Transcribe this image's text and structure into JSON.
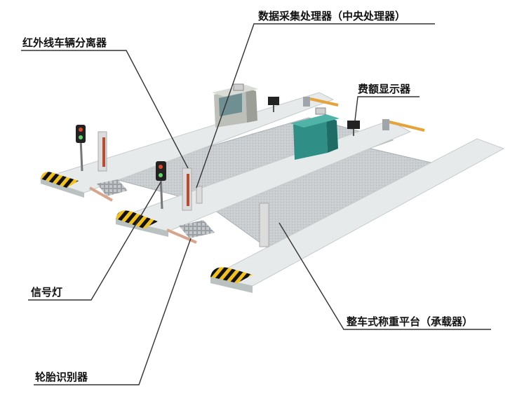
{
  "labels": {
    "data_processor": "数据采集处理器（中央处理器）",
    "ir_separator": "红外线车辆分离器",
    "fee_display": "费额显示器",
    "signal_light": "信号灯",
    "weighing_platform": "整车式称重平台（承载器）",
    "tire_recognizer": "轮胎识别器"
  },
  "colors": {
    "platform": "#e7eaea",
    "platform_side": "#b9c1c1",
    "scale_plate": "#c8cccf",
    "booth_glass": "#2f8f86",
    "barrier_arm": "#e5a33b",
    "hazard_yellow": "#f2c21a",
    "leader_line": "#333333"
  }
}
